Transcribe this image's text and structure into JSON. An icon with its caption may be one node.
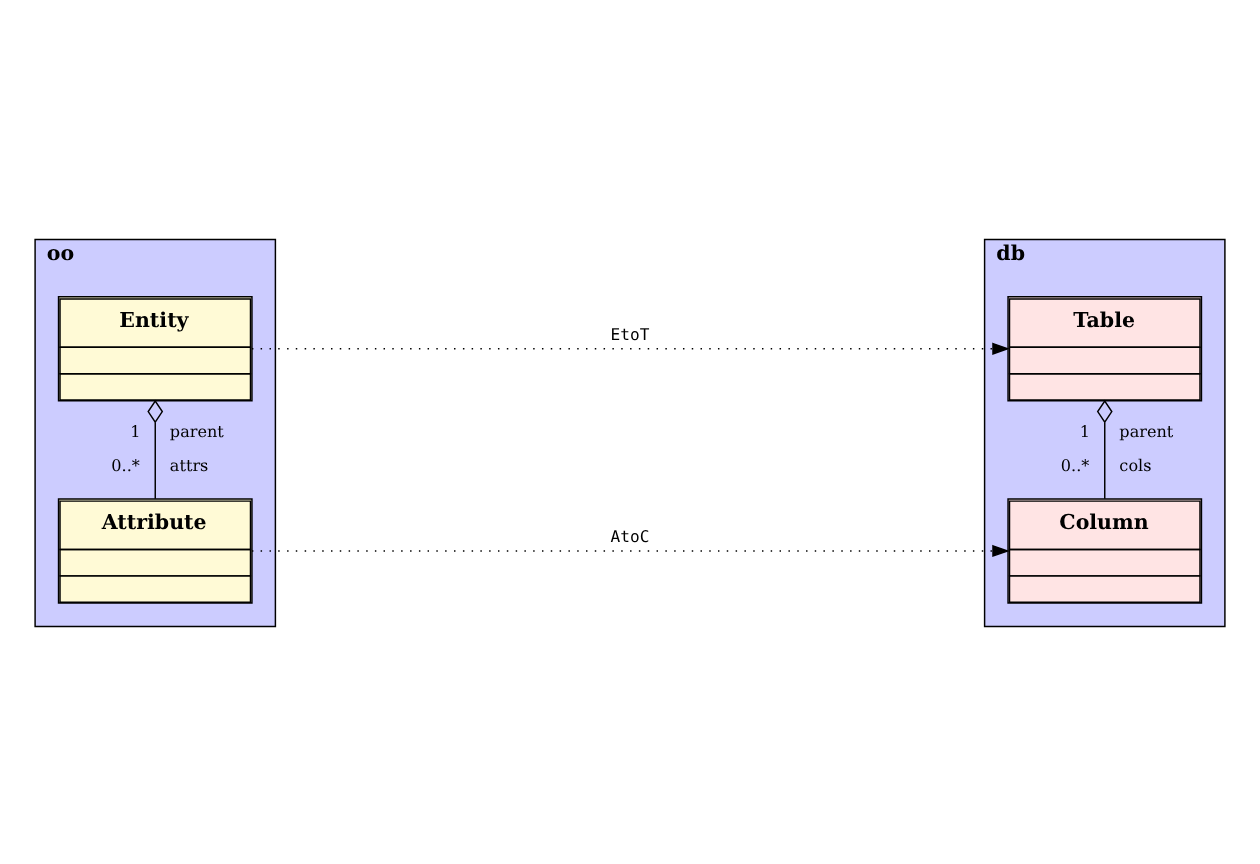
{
  "diagram": {
    "nodes": [
      {
        "text": [
          "oo"
        ]
      },
      {
        "text": [
          "Entity"
        ],
        "in": 0
      },
      {
        "text": [
          "Attribute"
        ],
        "in": 0
      },
      {
        "text": [
          "db"
        ]
      },
      {
        "text": [
          "Table"
        ],
        "in": 3
      },
      {
        "text": [
          "Column"
        ],
        "in": 3
      }
    ],
    "edges": [
      {
        "from": 1,
        "to": 2,
        "arrow": "other"
      },
      {
        "from": 1,
        "to": 4,
        "arrow": "to",
        "label": "EtoT",
        "style": "dashed"
      },
      {
        "from": 4,
        "to": 5,
        "arrow": "other"
      },
      {
        "from": 2,
        "to": 5,
        "arrow": "to",
        "label": "AtoC",
        "style": "dashed"
      }
    ],
    "labels": [
      "1",
      "parent",
      "0..*",
      "attrs",
      "1",
      "parent",
      "0..*",
      "cols"
    ]
  }
}
